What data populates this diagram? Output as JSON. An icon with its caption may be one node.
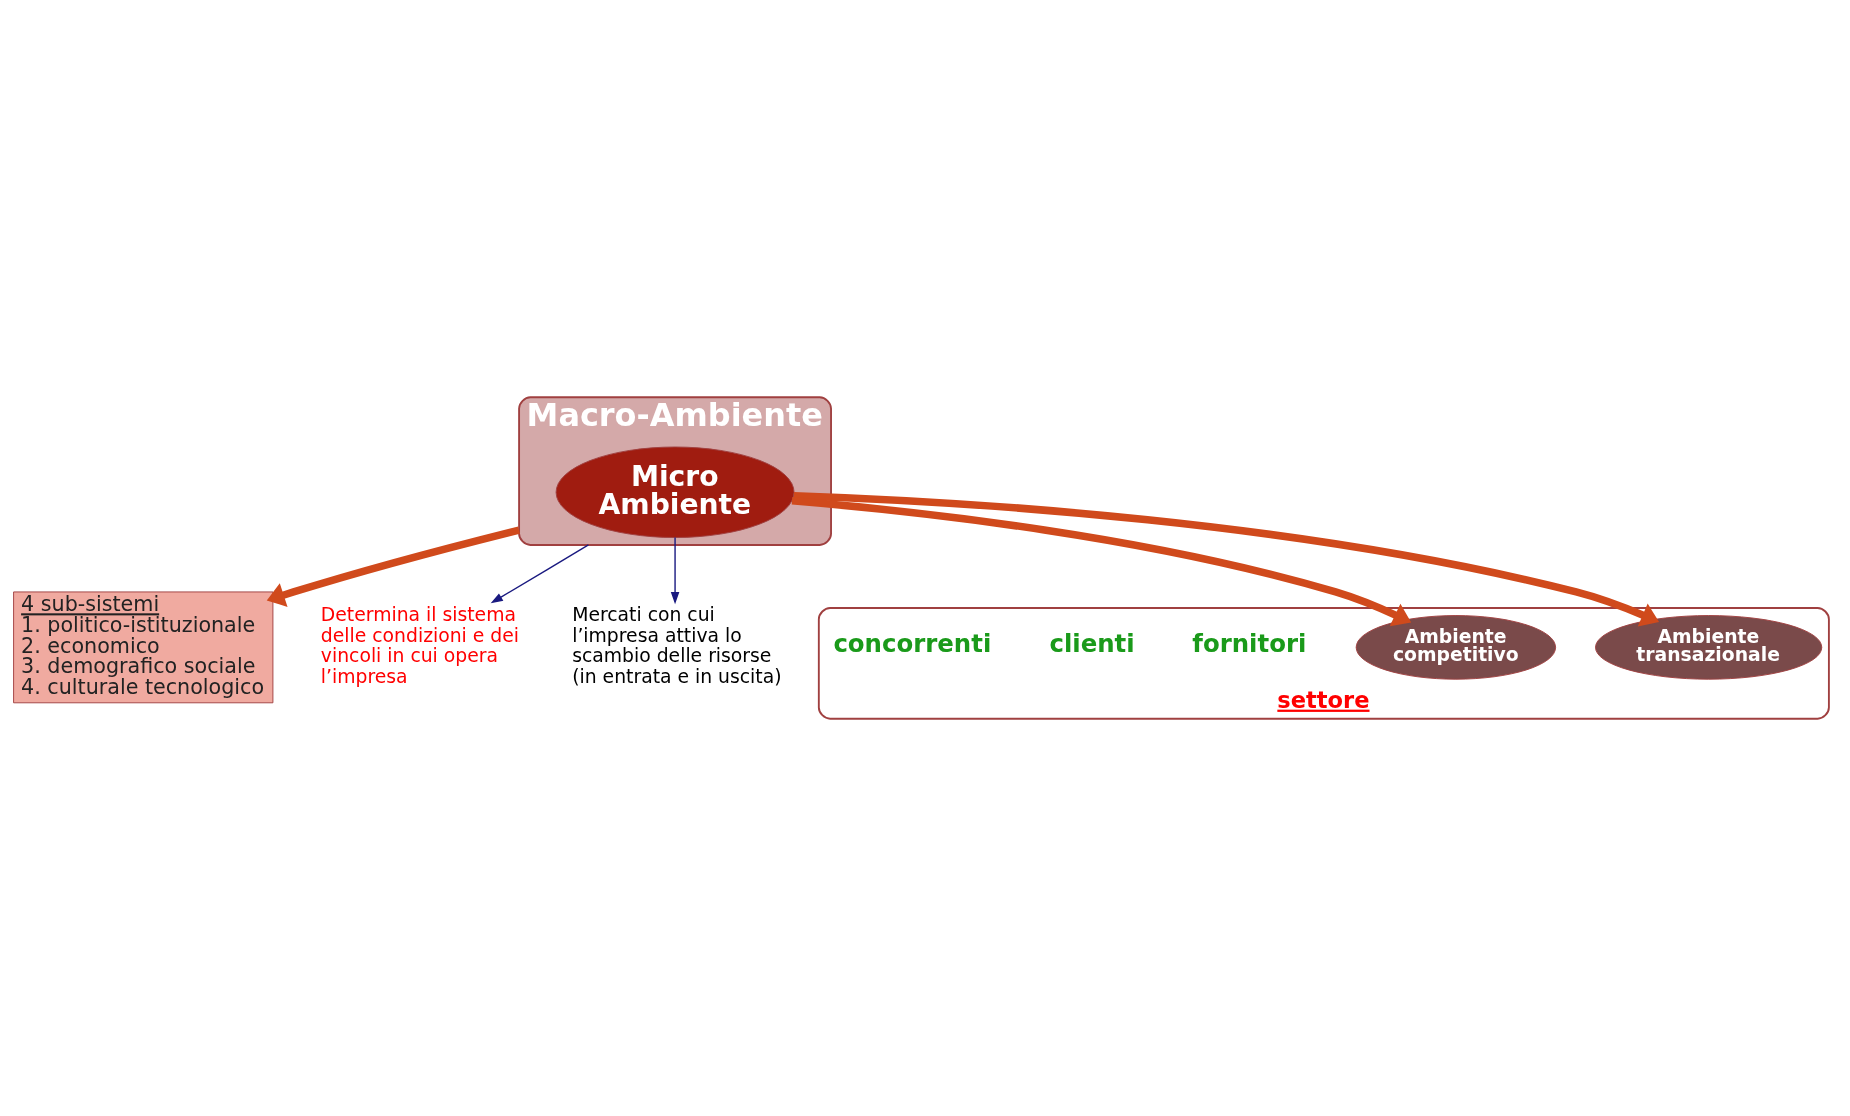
{
  "diagram": {
    "nodes": [
      {
        "text": [
          "Macro-Ambiente"
        ]
      },
      {
        "text": [
          "Micro Ambiente"
        ],
        "in": 0
      },
      {
        "text": [
          "4 sub-sistemi",
          "1. politico-istituzionale",
          "2. economico",
          "3. demografico sociale",
          "4. culturale tecnologico"
        ]
      },
      {
        "text": [
          "Determina il sistema delle condizioni e dei vincoli in cui opera l’impresa"
        ]
      },
      {
        "text": [
          "Mercati con cui l’impresa attiva lo scambio delle risorse (in entrata e in uscita)"
        ]
      },
      {
        "text": [
          "settore"
        ]
      },
      {
        "text": [
          "Ambiente transazionale"
        ],
        "in": 5
      },
      {
        "text": [
          "Ambiente competitivo"
        ],
        "in": 5
      },
      {
        "text": [
          "fornitori"
        ],
        "in": 5
      },
      {
        "text": [
          "clienti"
        ],
        "in": 5
      },
      {
        "text": [
          "concorrenti"
        ],
        "in": 5
      }
    ],
    "edges": [
      {
        "from": 0,
        "to": 2,
        "arrow": "to"
      },
      {
        "from": 0,
        "to": 3,
        "arrow": "to",
        "color": "#1a1a80"
      },
      {
        "from": 1,
        "to": 4,
        "arrow": "to",
        "color": "#1a1a80"
      },
      {
        "from": 1,
        "to": 6,
        "arrow": "to"
      },
      {
        "from": 1,
        "to": 7,
        "arrow": "to"
      }
    ]
  }
}
